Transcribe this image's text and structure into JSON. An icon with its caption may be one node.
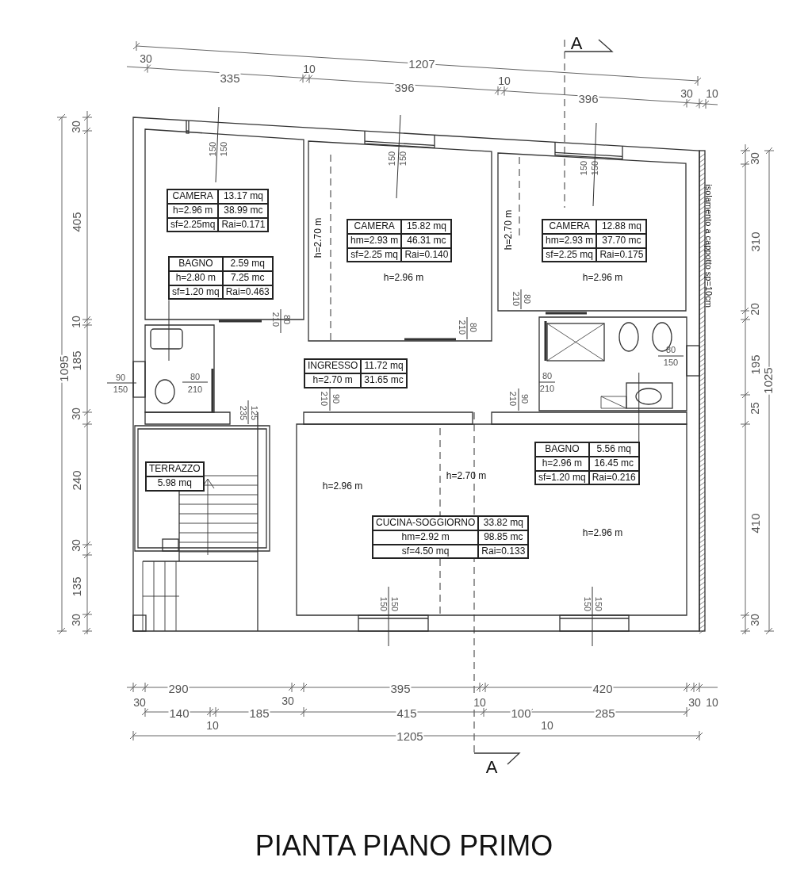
{
  "diagram": {
    "title": "PIANTA PIANO PRIMO",
    "nodes": [
      {
        "text": [
          "CAMERA",
          "13.17 mq",
          "h=2.96 m",
          "38.99 mc",
          "sf=2.25mq",
          "Rai=0.171"
        ]
      },
      {
        "text": [
          "CAMERA",
          "15.82 mq",
          "hm=2.93 m",
          "46.31 mc",
          "sf=2.25 mq",
          "Rai=0.140"
        ]
      },
      {
        "text": [
          "CAMERA",
          "12.88 mq",
          "hm=2.93 m",
          "37.70 mc",
          "sf=2.25 mq",
          "Rai=0.175"
        ]
      },
      {
        "text": [
          "BAGNO",
          "2.59 mq",
          "h=2.80 m",
          "7.25 mc",
          "sf=1.20 mq",
          "Rai=0.463"
        ]
      },
      {
        "text": [
          "INGRESSO",
          "11.72 mq",
          "h=2.70 m",
          "31.65 mc"
        ]
      },
      {
        "text": [
          "BAGNO",
          "5.56 mq",
          "h=2.96 m",
          "16.45 mc",
          "sf=1.20 mq",
          "Rai=0.216"
        ]
      },
      {
        "text": [
          "TERRAZZO",
          "5.98 mq"
        ]
      },
      {
        "text": [
          "CUCINA-SOGGIORNO",
          "33.82 mq",
          "hm=2.92 m",
          "98.85 mc",
          "sf=4.50 mq",
          "Rai=0.133"
        ]
      }
    ],
    "edges": [
      {
        "from": 3,
        "to": null,
        "arrow": "none"
      },
      {
        "from": 5,
        "to": null,
        "arrow": "none"
      }
    ],
    "labels": [
      "A",
      "1207",
      "30",
      "335",
      "10",
      "396",
      "10",
      "396",
      "30",
      "10",
      "150",
      "150",
      "150",
      "150",
      "150",
      "150",
      "30",
      "405",
      "1095",
      "10",
      "185",
      "30",
      "240",
      "30",
      "135",
      "30",
      "30",
      "310",
      "20",
      "195",
      "25",
      "410",
      "30",
      "1025",
      "h=2.70 m",
      "h=2.96 m",
      "h=2.70 m",
      "h=2.96 m",
      "isolamento a cappotto sp=10cm",
      "210",
      "80",
      "210",
      "80",
      "210",
      "80",
      "80",
      "210",
      "90",
      "150",
      "80",
      "210",
      "80",
      "150",
      "235",
      "125",
      "210",
      "90",
      "210",
      "90",
      "h=2.96 m",
      "h=2.70 m",
      "h=2.96 m",
      "150",
      "150",
      "150",
      "150",
      "290",
      "395",
      "420",
      "30",
      "30",
      "10",
      "30",
      "10",
      "140",
      "185",
      "415",
      "100",
      "285",
      "10",
      "10",
      "1205",
      "A"
    ]
  }
}
